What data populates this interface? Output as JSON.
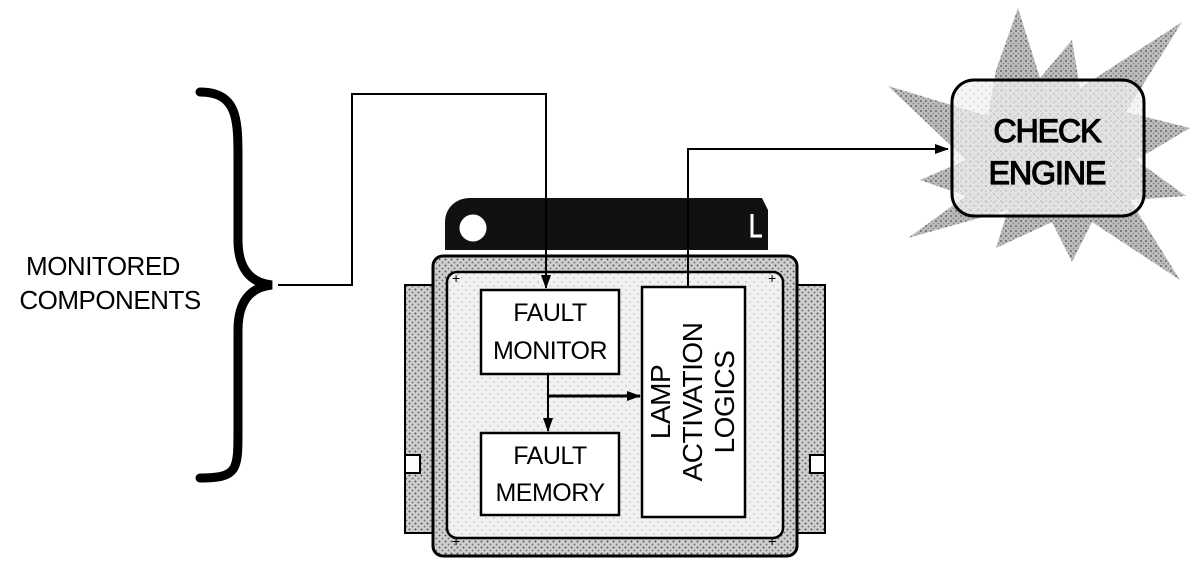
{
  "diagram": {
    "monitored_components": {
      "line1": "MONITORED",
      "line2": "COMPONENTS"
    },
    "fault_monitor": {
      "line1": "FAULT",
      "line2": "MONITOR"
    },
    "fault_memory": {
      "line1": "FAULT",
      "line2": "MEMORY"
    },
    "lamp_activation_logics": {
      "line1": "LAMP",
      "line2": "ACTIVATION",
      "line3": "LOGICS"
    },
    "check_engine": {
      "line1": "CHECK",
      "line2": "ENGINE"
    }
  }
}
